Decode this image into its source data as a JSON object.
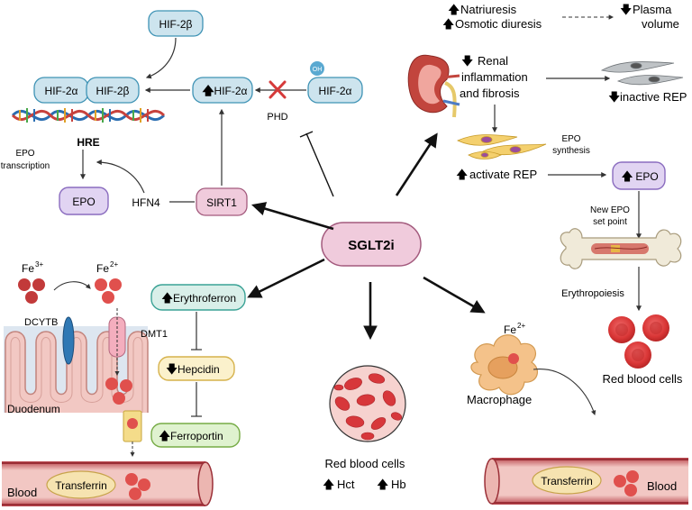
{
  "center": {
    "label": "SGLT2i"
  },
  "hif_pathway": {
    "hif2b_top": "HIF-2β",
    "hif2a_dimer": "HIF-2α",
    "hif2b_dimer": "HIF-2β",
    "hif2a_up": "HIF-2α",
    "hif2a_oh": "HIF-2α",
    "oh_badge": "OH",
    "phd": "PHD",
    "hre": "HRE",
    "epo_transcription_1": "EPO",
    "epo_transcription_2": "transcription",
    "epo": "EPO",
    "hfn4": "HFN4",
    "sirt1": "SIRT1"
  },
  "kidney_pathway": {
    "natriuresis": "Natriuresis",
    "osmotic": "Osmotic diuresis",
    "plasma_1": "Plasma",
    "plasma_2": "volume",
    "renal_1": "Renal",
    "renal_2": "inflammation",
    "renal_3": "and fibrosis",
    "inactive_rep": "inactive REP",
    "epo_synth_1": "EPO",
    "epo_synth_2": "synthesis",
    "activate_rep": "activate REP",
    "epo": "EPO",
    "set_point_1": "New EPO",
    "set_point_2": "set point",
    "erythropoiesis": "Erythropoiesis",
    "rbc": "Red blood cells"
  },
  "iron_pathway": {
    "fe3": "Fe",
    "fe3_sup": "3+",
    "fe2": "Fe",
    "fe2_sup": "2+",
    "dcytb": "DCYTB",
    "dmt1": "DMT1",
    "duodenum": "Duodenum",
    "erythroferron": "Erythroferron",
    "hepcidin": "Hepcidin",
    "ferroportin": "Ferroportin",
    "blood": "Blood",
    "transferrin": "Transferrin"
  },
  "center_bottom": {
    "rbc": "Red blood cells",
    "hct": "Hct",
    "hb": "Hb"
  },
  "macrophage_pathway": {
    "fe": "Fe",
    "fe_sup": "2+",
    "macrophage": "Macrophage",
    "transferrin": "Transferrin",
    "blood": "Blood"
  },
  "colors": {
    "hif_box": "#cde4ee",
    "hif_border": "#3f93b5",
    "epo_box": "#e1d4f2",
    "epo_border": "#8a6cbf",
    "sgl_box": "#f0cbdc",
    "sgl_border": "#a35a7d",
    "erythro_box": "#d9efe9",
    "erythro_border": "#3aa295",
    "hepcidin_box": "#fbf1cc",
    "hepcidin_border": "#d6b24c",
    "ferroportin_box": "#dff2cf",
    "ferroportin_border": "#76ab45",
    "rbc": "#d93b3b",
    "vessel": "#c0484f"
  }
}
